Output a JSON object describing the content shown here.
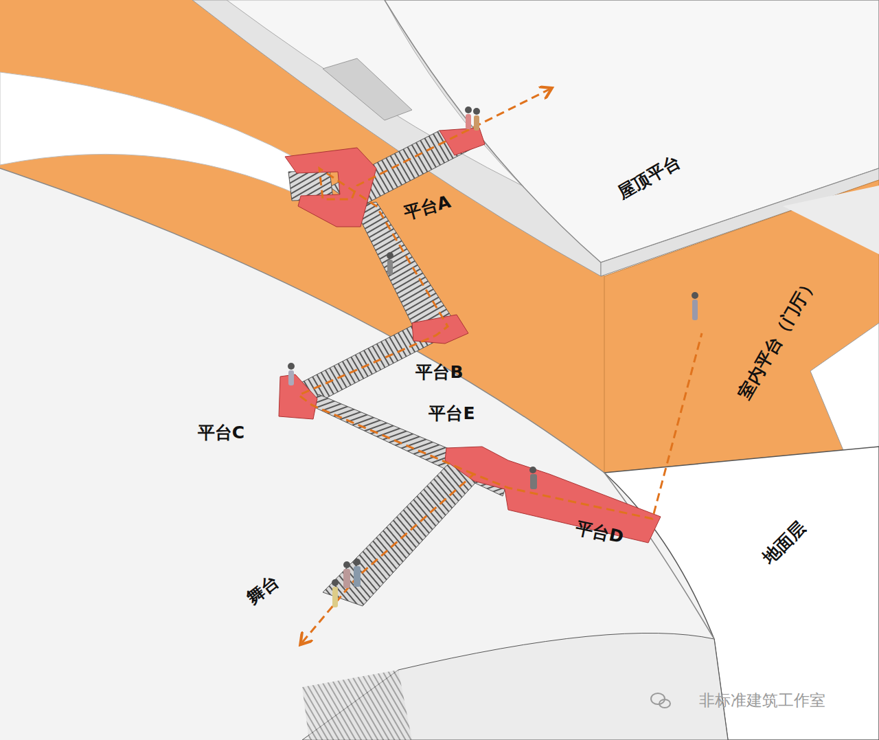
{
  "diagram": {
    "labels": [
      "屋顶平台",
      "平台A",
      "平台B",
      "平台E",
      "平台C",
      "平台D",
      "室内平台（门厅）",
      "地面层",
      "舞台",
      "非标准建筑工作室"
    ]
  }
}
